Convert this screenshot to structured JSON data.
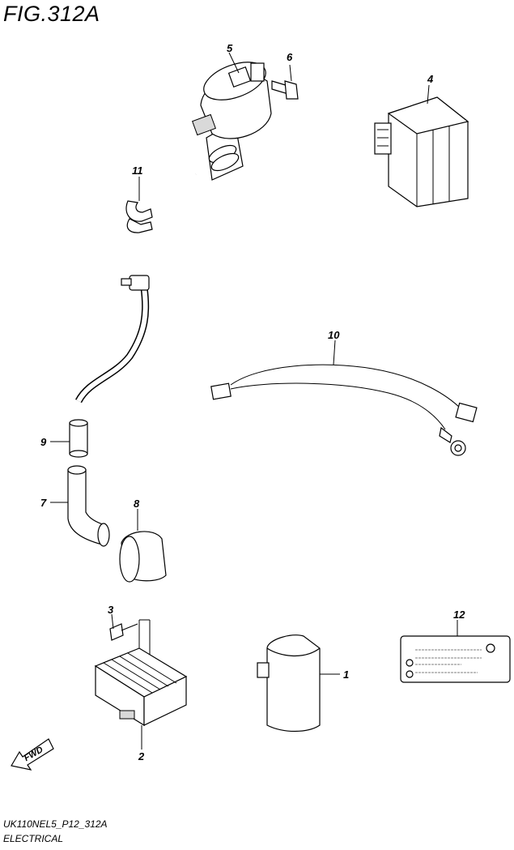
{
  "figure": {
    "title": "FIG.312A"
  },
  "callouts": {
    "c1": "1",
    "c2": "2",
    "c3": "3",
    "c4": "4",
    "c5": "5",
    "c6": "6",
    "c7": "7",
    "c8": "8",
    "c9": "9",
    "c10": "10",
    "c11": "11",
    "c12": "12"
  },
  "fwd_label": "FWD",
  "footer": {
    "code": "UK110NEL5_P12_312A",
    "section": "ELECTRICAL"
  }
}
